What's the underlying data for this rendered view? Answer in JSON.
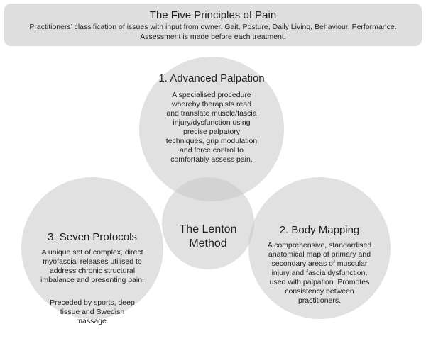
{
  "banner": {
    "title": "The Five Principles of Pain",
    "line1": "Practitioners’ classification of issues with input from owner. Gait, Posture, Daily Living, Behaviour, Performance.",
    "line2": "Assessment is made before each treatment."
  },
  "nodes": {
    "advanced_palpation": {
      "title": "1. Advanced Palpation",
      "body": "A specialised procedure whereby therapists read and translate muscle/fascia injury/dysfunction using precise palpatory techniques, grip modulation and force control to comfortably assess pain."
    },
    "body_mapping": {
      "title": "2. Body Mapping",
      "body": "A comprehensive, standardised anatomical map of primary and secondary areas of muscular injury and fascia dysfunction, used with palpation. Promotes consistency between practitioners."
    },
    "seven_protocols": {
      "title": "3. Seven Protocols",
      "body": "A unique set of complex, direct myofascial releases utilised to address chronic structural imbalance and presenting pain.",
      "body2": "Preceded by sports, deep tissue and Swedish massage."
    },
    "center": {
      "title": "The Lenton Method"
    }
  },
  "colors": {
    "banner": "#dedede",
    "circle": "#c8c8c8",
    "text": "#222222"
  }
}
